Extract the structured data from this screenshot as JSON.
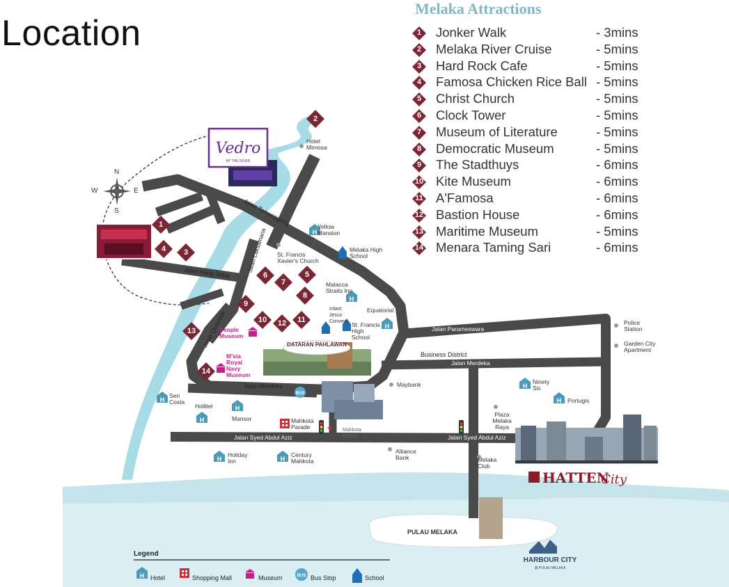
{
  "page": {
    "title": "Location"
  },
  "attractions": {
    "title": "Melaka Attractions",
    "items": [
      {
        "num": "1",
        "name": "Jonker Walk",
        "time": "- 3mins"
      },
      {
        "num": "2",
        "name": "Melaka River Cruise",
        "time": "- 5mins"
      },
      {
        "num": "3",
        "name": "Hard Rock Cafe",
        "time": "- 5mins"
      },
      {
        "num": "4",
        "name": "Famosa Chicken Rice Ball",
        "time": "- 5mins"
      },
      {
        "num": "5",
        "name": "Christ Church",
        "time": "- 5mins"
      },
      {
        "num": "6",
        "name": "Clock Tower",
        "time": "- 5mins"
      },
      {
        "num": "7",
        "name": "Museum of Literature",
        "time": "- 5mins"
      },
      {
        "num": "8",
        "name": "Democratic Museum",
        "time": "- 5mins"
      },
      {
        "num": "9",
        "name": "The Stadthuys",
        "time": "- 6mins"
      },
      {
        "num": "10",
        "name": "Kite Museum",
        "time": "- 6mins"
      },
      {
        "num": "11",
        "name": "A'Famosa",
        "time": "- 6mins"
      },
      {
        "num": "12",
        "name": "Bastion House",
        "time": "- 6mins"
      },
      {
        "num": "13",
        "name": "Maritime Museum",
        "time": "- 5mins"
      },
      {
        "num": "14",
        "name": "Menara Taming Sari",
        "time": "- 6mins"
      }
    ]
  },
  "compass": {
    "n": "N",
    "s": "S",
    "e": "E",
    "w": "W"
  },
  "roads": {
    "temenggong": "Jalan Temenggong",
    "laksamana": "Jalan Laksamana",
    "hang_jebat": "Jalan Hang Jebat",
    "quayside": "Jalan Quayside",
    "merdeka_west": "Jalan Merdeka",
    "merdeka_east": "Jalan Merdeka",
    "parameswara": "Jalan Parameswara",
    "syed_west": "Jalan Syed Abdul Aziz",
    "syed_east": "Jalan Syed Abdul Aziz",
    "business": "Business District"
  },
  "places": {
    "hotel_mimosa": "Hotel Mimosa",
    "yellow_mansion": "Yellow Mansion",
    "melaka_high": "Melaka High School",
    "st_francis_church": "St. Francis Xavier's Church",
    "malacca_straits": "Malacca Straits Inn",
    "infant_jesus": "Infant Jesus Convent",
    "equatorial": "Equatorial",
    "st_francis_high": "St. Francis High School",
    "people_museum": "People Museum",
    "navy_museum": "M'sia Royal Navy Museum",
    "seri_costa": "Seri Costa",
    "holitel": "Hollitel",
    "mansor": "Mansor",
    "mahkota_parade": "Mahkota Parade",
    "mahkota_medical": "Mahkota Centre",
    "holiday_inn": "Holiday Inn",
    "century_mahkota": "Century Mahkota",
    "maybank": "Maybank",
    "alliance_bank": "Alliance Bank",
    "plaza_melaka": "Plaza Melaka Raya",
    "melaka_club": "Melaka Club",
    "ninety_six": "Ninety Six",
    "portugis": "Portugis",
    "police": "Police Station",
    "garden_city": "Garden City Apartment",
    "pulau_melaka": "PULAU MELAKA",
    "dataran": "DATARAN PAHLAWAN",
    "hatten": "HATTEN",
    "hatten_city": "City",
    "harbour_city": "HARBOUR CITY",
    "harbour_sub": "@ PULAU MELAKA",
    "vedro": "Vedro",
    "vedro_sub": "BY THE RIVER"
  },
  "markers": [
    "1",
    "2",
    "3",
    "4",
    "5",
    "6",
    "7",
    "8",
    "9",
    "10",
    "11",
    "12",
    "13",
    "14"
  ],
  "legend": {
    "title": "Legend",
    "hotel": "Hotel",
    "mall": "Shopping Mall",
    "museum": "Museum",
    "bus": "Bus Stop",
    "school": "School",
    "bus_icon": "BUS"
  },
  "colors": {
    "marker": "#7a2733",
    "road": "#4a4a4a",
    "river": "#a7dbe6",
    "sea": "#dbeef3",
    "hotel": "#4d9ab7",
    "museum": "#c81f8a",
    "title_teal": "#7fb8c2"
  }
}
